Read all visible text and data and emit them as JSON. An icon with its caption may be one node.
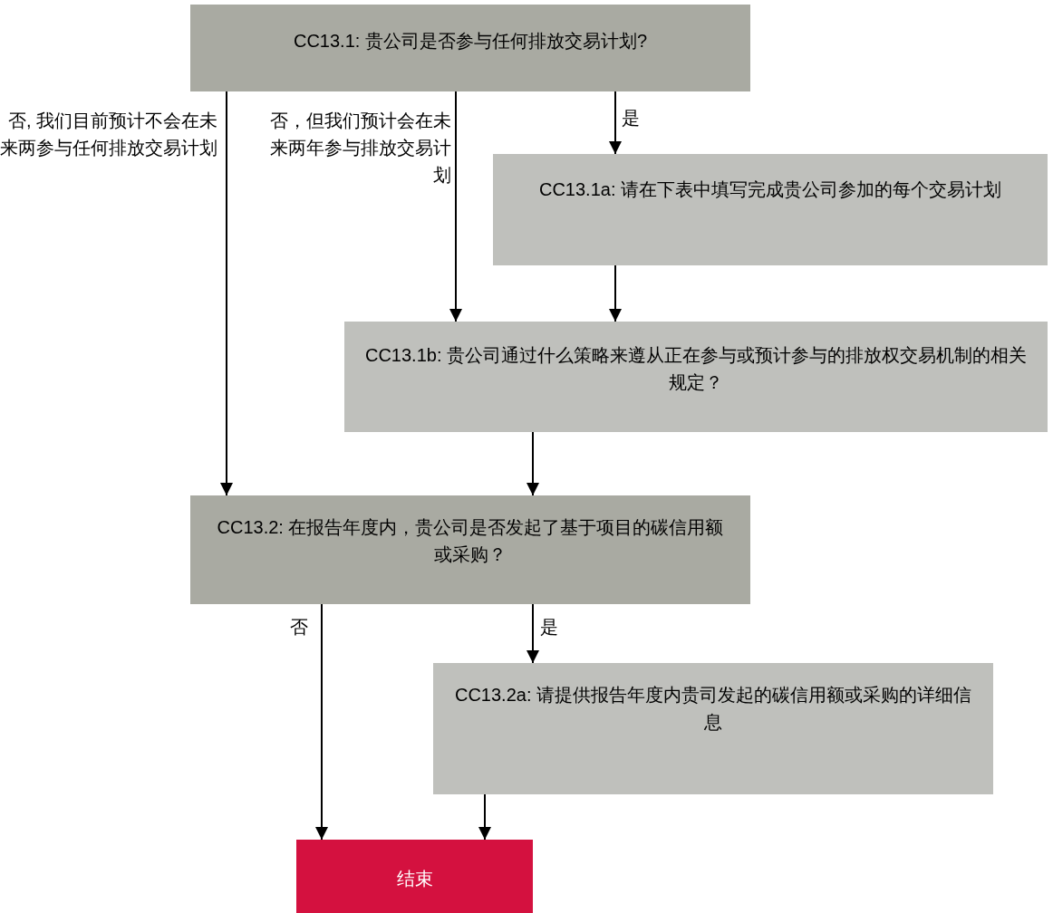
{
  "diagram": {
    "nodes": [
      {
        "text": [
          "CC13.1: 贵公司是否参与任何排放交易计划?"
        ]
      },
      {
        "text": [
          "CC13.1a: 请在下表中填写完成贵公司参加的每个交易计划"
        ]
      },
      {
        "text": [
          "CC13.1b: 贵公司通过什么策略来遵从正在参与或预计参与的排放权交易机制的相关规定？"
        ]
      },
      {
        "text": [
          "CC13.2: 在报告年度内，贵公司是否发起了基于项目的碳信用额或采购？"
        ]
      },
      {
        "text": [
          "CC13.2a: 请提供报告年度内贵司发起的碳信用额或采购的详细信息"
        ]
      },
      {
        "text": [
          "结束"
        ]
      }
    ],
    "edges": [
      {
        "from": 0,
        "to": 3,
        "arrow": "to",
        "label": "否, 我们目前预计不会在未来两参与任何排放交易计划"
      },
      {
        "from": 0,
        "to": 2,
        "arrow": "to",
        "label": "否，但我们预计会在未来两年参与排放交易计划"
      },
      {
        "from": 0,
        "to": 1,
        "arrow": "to",
        "label": "是"
      },
      {
        "from": 1,
        "to": 2,
        "arrow": "to"
      },
      {
        "from": 2,
        "to": 3,
        "arrow": "to"
      },
      {
        "from": 3,
        "to": 5,
        "arrow": "to",
        "label": "否"
      },
      {
        "from": 3,
        "to": 4,
        "arrow": "to",
        "label": "是"
      },
      {
        "from": 4,
        "to": 5,
        "arrow": "to"
      }
    ]
  }
}
